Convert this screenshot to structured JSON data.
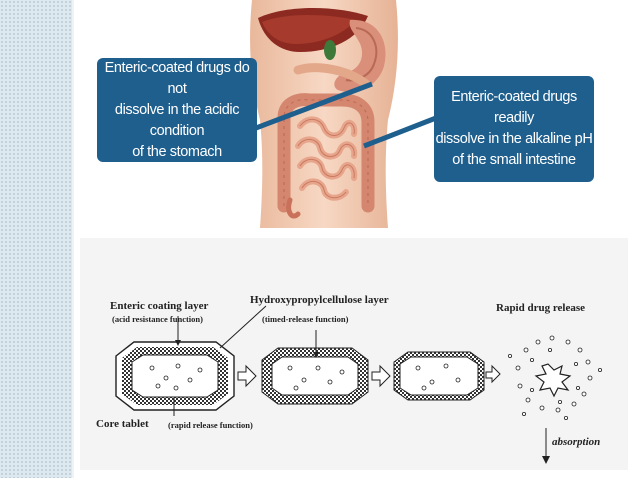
{
  "callouts": {
    "stomach": [
      "Enteric-coated drugs do not",
      "dissolve in the acidic condition",
      "of the stomach"
    ],
    "intestine": [
      "Enteric-coated drugs readily",
      "dissolve in the alkaline pH",
      "of the small intestine"
    ]
  },
  "diagram": {
    "enteric_layer": "Enteric coating layer",
    "enteric_layer_note": "(acid resistance function)",
    "hpc_layer": "Hydroxypropylcellulose layer",
    "hpc_layer_note": "(timed-release function)",
    "rapid_release": "Rapid drug release",
    "core_tablet": "Core tablet",
    "core_tablet_note": "(rapid release function)",
    "absorption": "absorption"
  },
  "colors": {
    "callout_bg": "#1f5f8e",
    "side_strip": "#dde8ef"
  }
}
